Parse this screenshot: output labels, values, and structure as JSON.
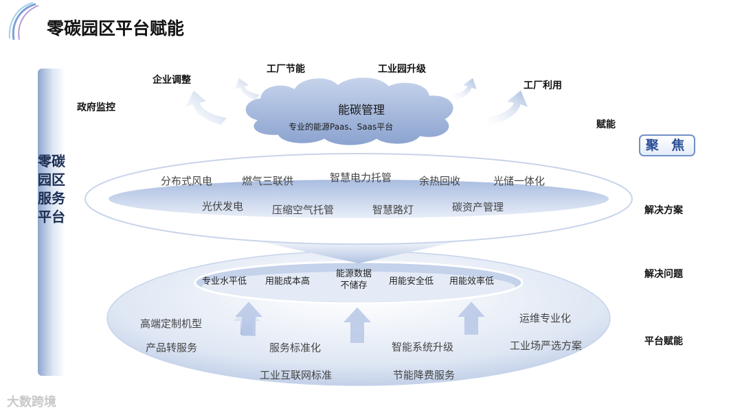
{
  "title": "零碳园区平台赋能",
  "sidebar": {
    "text": "零碳园区服务平台"
  },
  "cloud": {
    "title": "能碳管理",
    "subtitle": "专业的能源Paas、Saas平台"
  },
  "outputs": {
    "government": "政府监控",
    "enterprise": "企业调整",
    "factory_saving": "工厂节能",
    "park_upgrade": "工业园升级",
    "factory_use": "工厂利用",
    "empower": "赋能"
  },
  "focus_badge": "聚 焦",
  "solutions": {
    "label": "解决方案",
    "row1": [
      "分布式风电",
      "燃气三联供",
      "智慧电力托管",
      "余热回收",
      "光储一体化"
    ],
    "row2": [
      "光伏发电",
      "压缩空气托管",
      "智慧路灯",
      "碳资产管理"
    ]
  },
  "problems": {
    "label": "解决问题",
    "items": [
      "专业水平低",
      "用能成本高",
      "能源数据不储存",
      "用能安全低",
      "用能效率低"
    ]
  },
  "platform": {
    "label": "平台赋能",
    "items": [
      "高端定制机型",
      "运维专业化",
      "产品转服务",
      "服务标准化",
      "智能系统升级",
      "工业场严选方案",
      "工业互联网标准",
      "节能降费服务"
    ]
  },
  "watermark": "大数跨境",
  "colors": {
    "accent": "#2a4f96",
    "cloud": "#9bb0d8",
    "ellipse": "#c9d6ec"
  }
}
